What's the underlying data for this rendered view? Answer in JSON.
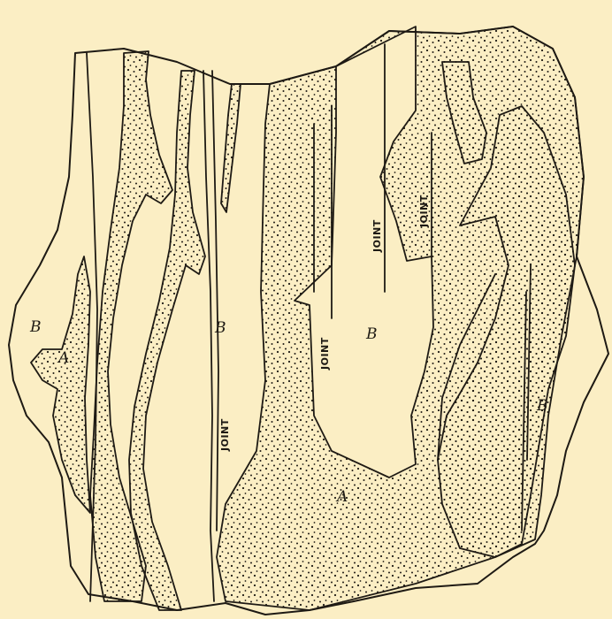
{
  "figure": {
    "labels": {
      "b_left": "B",
      "a_left": "A",
      "b_center": "B",
      "b_right_center": "B",
      "b_far_right": "B",
      "a_bottom": "A"
    },
    "joint_labels": [
      "JOINT",
      "JOINT",
      "JOINT",
      "JOINT"
    ]
  }
}
